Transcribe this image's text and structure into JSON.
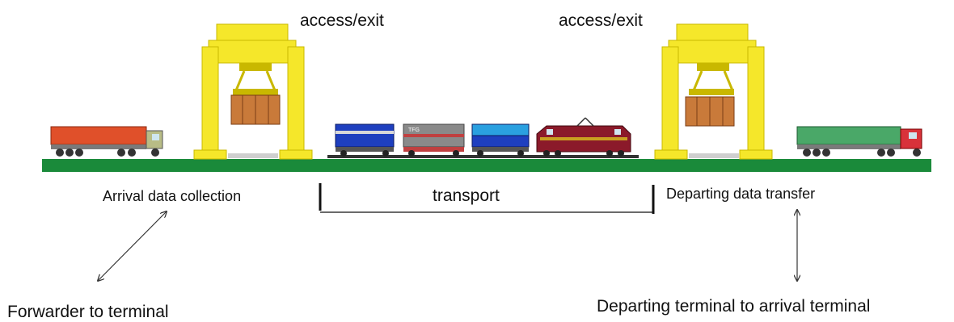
{
  "labels": {
    "access_exit_left": "access/exit",
    "access_exit_right": "access/exit",
    "arrival_data_collection": "Arrival data collection",
    "transport": "transport",
    "departing_data_transfer": "Departing data transfer",
    "forwarder_to_terminal": "Forwarder to terminal",
    "departing_to_arrival": "Departing terminal to arrival terminal",
    "container_label": "TFG"
  },
  "colors": {
    "ground": "#1a8a3a",
    "crane": "#f5e72a",
    "crane_shadow": "#c9b800",
    "crate": "#c97a3a",
    "truck_left": "#e0502a",
    "truck_right": "#4aa868",
    "container_blue": "#1e3fbf",
    "container_cyan": "#2aa0e0",
    "container_gray": "#8a8a8a",
    "locomotive": "#8b1a2a"
  }
}
